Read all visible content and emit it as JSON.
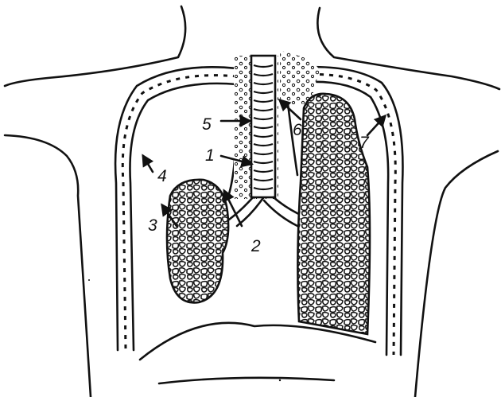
{
  "figure": {
    "ink_color": "#111111",
    "background_color": "#ffffff",
    "labels": [
      {
        "id": "1",
        "text": "1"
      },
      {
        "id": "2",
        "text": "2"
      },
      {
        "id": "3",
        "text": "3"
      },
      {
        "id": "4",
        "text": "4"
      },
      {
        "id": "5",
        "text": "5"
      },
      {
        "id": "6",
        "text": "6"
      },
      {
        "id": "7",
        "text": "7"
      }
    ]
  }
}
